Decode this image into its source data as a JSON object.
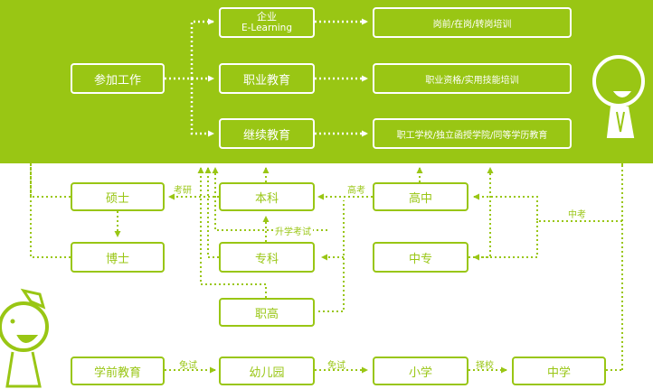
{
  "nodes": {
    "enterprise_line1": "企业",
    "enterprise_line2": "E-Learning",
    "onjob_training": "岗前/在岗/转岗培训",
    "join_work": "参加工作",
    "vocational_edu": "职业教育",
    "qualification_training": "职业资格/实用技能培训",
    "continuing_edu": "继续教育",
    "adult_schools": "职工学校/独立函授学院/同等学历教育",
    "master": "硕士",
    "bachelor": "本科",
    "high_school": "高中",
    "doctor": "博士",
    "junior_college": "专科",
    "secondary_vocational": "中专",
    "higher_vocational": "职高",
    "preschool": "学前教育",
    "kindergarten": "幼儿园",
    "primary_school": "小学",
    "middle_school": "中学"
  },
  "edge_labels": {
    "postgraduate_exam": "考研",
    "college_entrance_exam": "高考",
    "upgrade_exam": "升学考试",
    "high_school_entrance_exam": "中考",
    "exam_free_1": "免试",
    "exam_free_2": "免试",
    "school_selection": "择校"
  },
  "colors": {
    "accent": "#99c614",
    "band": "#99c614",
    "text_on_band": "#ffffff"
  },
  "figures": [
    "boy-character-icon",
    "girl-character-icon"
  ]
}
